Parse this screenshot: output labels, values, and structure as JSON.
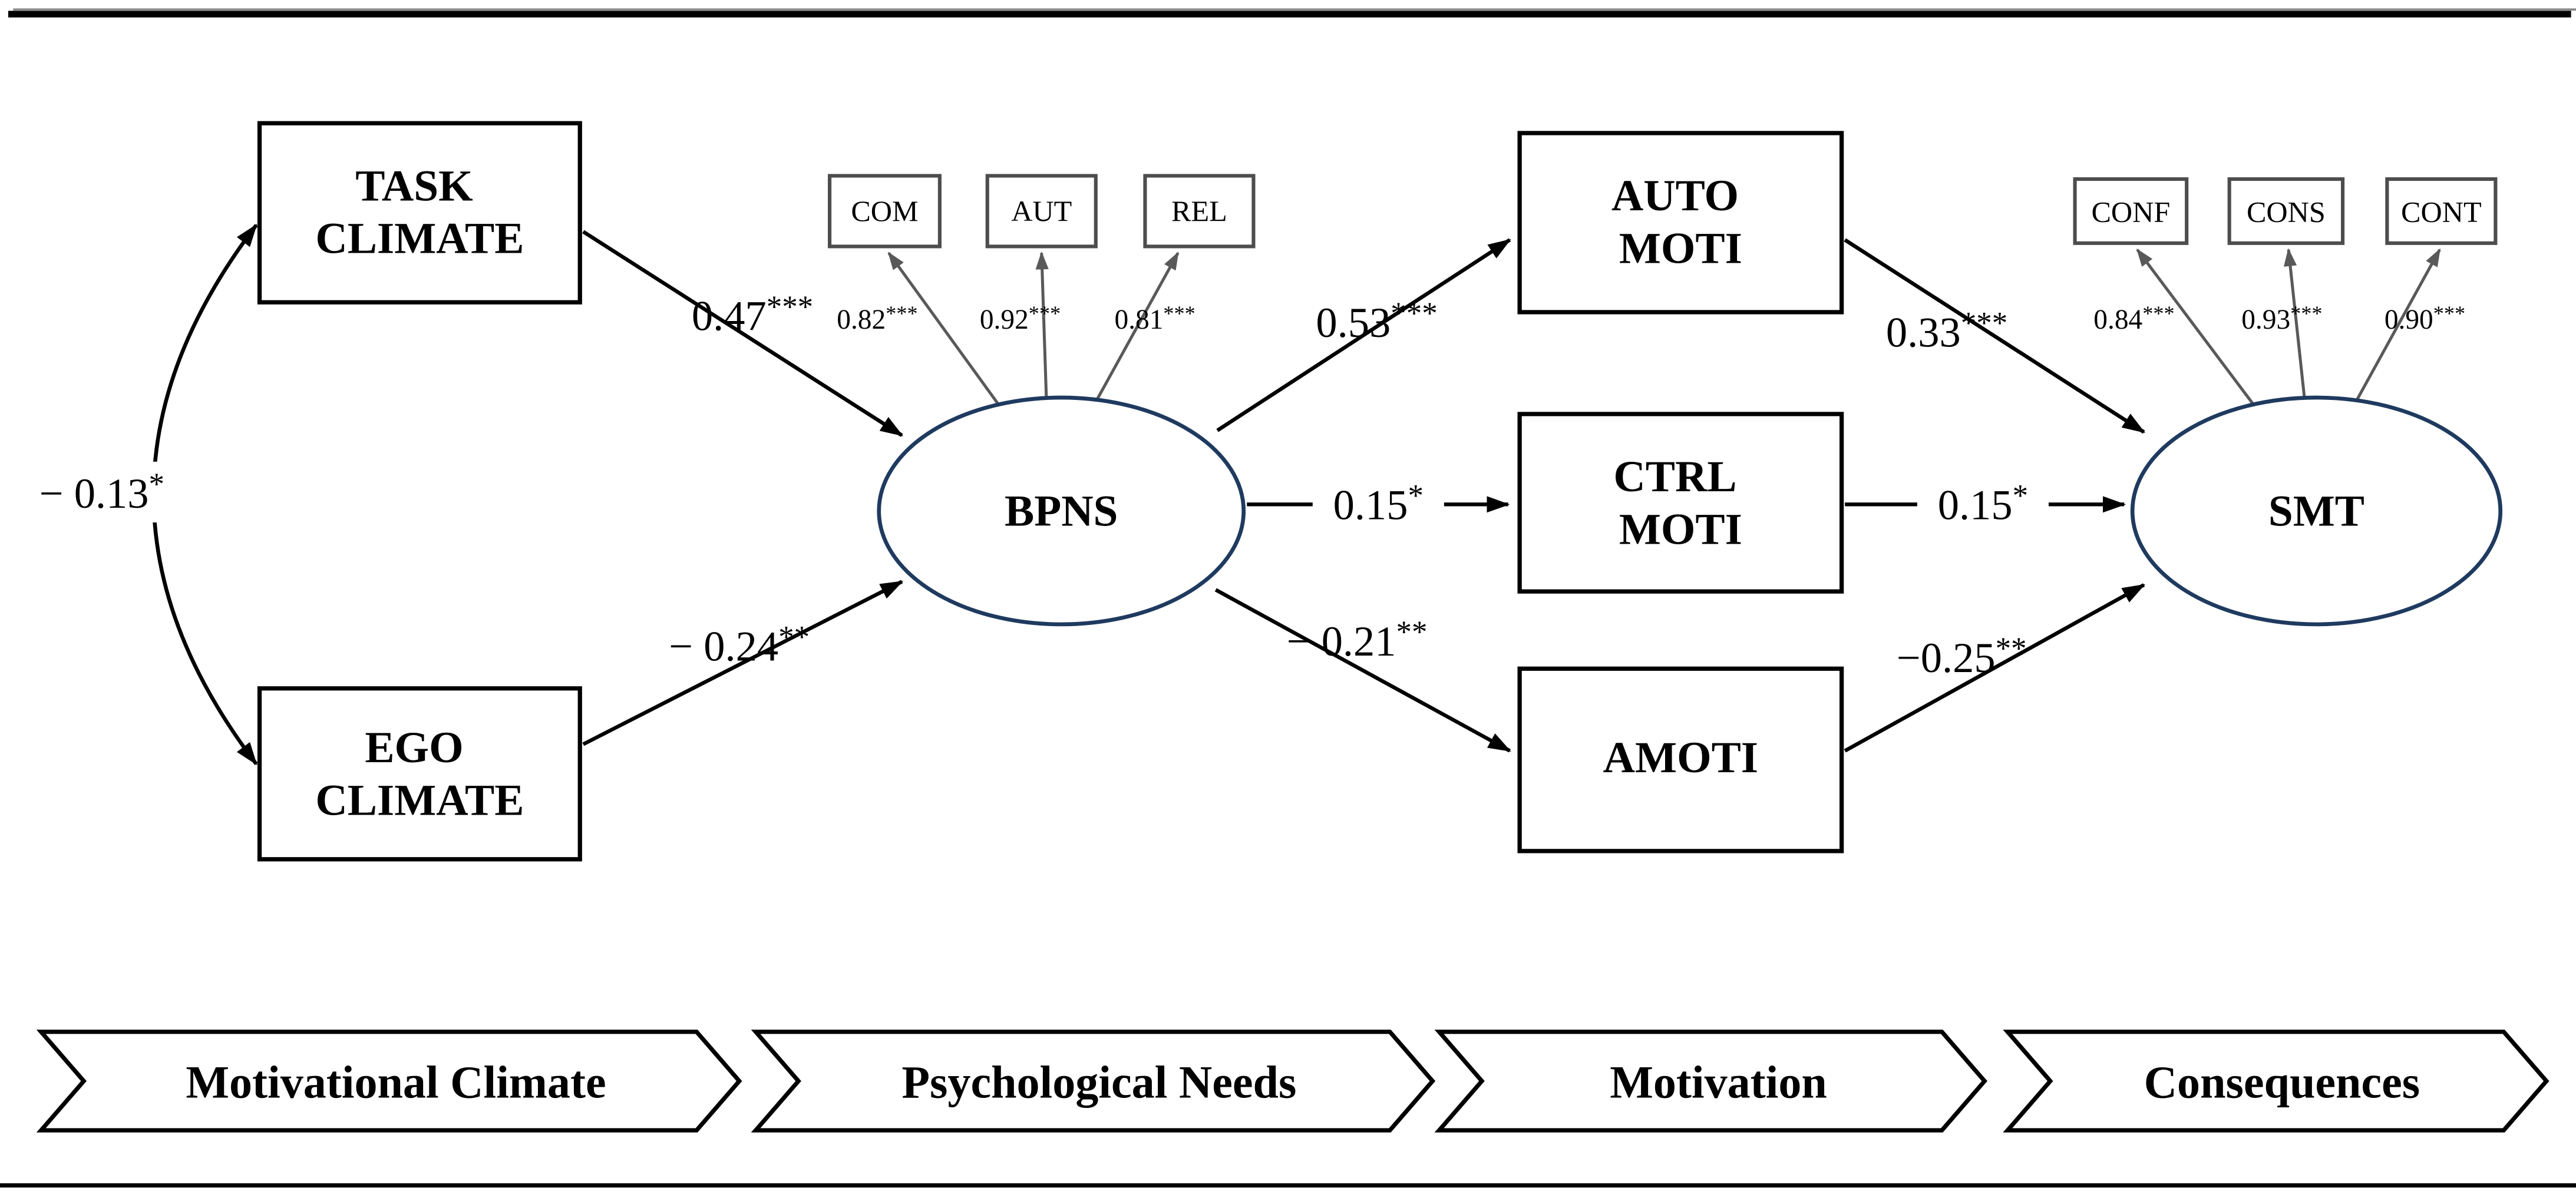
{
  "figure": {
    "nodes": {
      "task_climate": {
        "line1": "TASK",
        "line2": "CLIMATE"
      },
      "ego_climate": {
        "line1": "EGO",
        "line2": "CLIMATE"
      },
      "bpns": {
        "label": "BPNS"
      },
      "auto_moti": {
        "line1": "AUTO",
        "line2": "MOTI"
      },
      "ctrl_moti": {
        "line1": "CTRL",
        "line2": "MOTI"
      },
      "amoti": {
        "label": "AMOTI"
      },
      "smt": {
        "label": "SMT"
      }
    },
    "indicators": {
      "com": {
        "label": "COM",
        "loading_value": "0.82",
        "loading_stars": "***"
      },
      "aut": {
        "label": "AUT",
        "loading_value": "0.92",
        "loading_stars": "***"
      },
      "rel": {
        "label": "REL",
        "loading_value": "0.81",
        "loading_stars": "***"
      },
      "conf": {
        "label": "CONF",
        "loading_value": "0.84",
        "loading_stars": "***"
      },
      "cons": {
        "label": "CONS",
        "loading_value": "0.93",
        "loading_stars": "***"
      },
      "cont": {
        "label": "CONT",
        "loading_value": "0.90",
        "loading_stars": "***"
      }
    },
    "paths": {
      "task_ego_correlation": {
        "value": "− 0.13",
        "stars": "*"
      },
      "task_to_bpns": {
        "value": "0.47",
        "stars": "***"
      },
      "ego_to_bpns": {
        "value": "− 0.24",
        "stars": "**"
      },
      "bpns_to_auto_moti": {
        "value": "0.53",
        "stars": "***"
      },
      "bpns_to_ctrl_moti": {
        "value": "0.15",
        "stars": "*"
      },
      "bpns_to_amoti": {
        "value": "− 0.21",
        "stars": "**"
      },
      "auto_moti_to_smt": {
        "value": "0.33",
        "stars": "***"
      },
      "ctrl_moti_to_smt": {
        "value": "0.15",
        "stars": "*"
      },
      "amoti_to_smt": {
        "value": "−0.25",
        "stars": "**"
      }
    },
    "stages": [
      "Motivational Climate",
      "Psychological Needs",
      "Motivation",
      "Consequences"
    ],
    "colors": {
      "latent_ellipse_stroke": "#1f3a5f",
      "indicator_box_stroke": "#4d4d4d",
      "indicator_arrow": "#595959",
      "structural_arrow": "#000000",
      "rule_shadow": "#8c8c8c"
    }
  }
}
